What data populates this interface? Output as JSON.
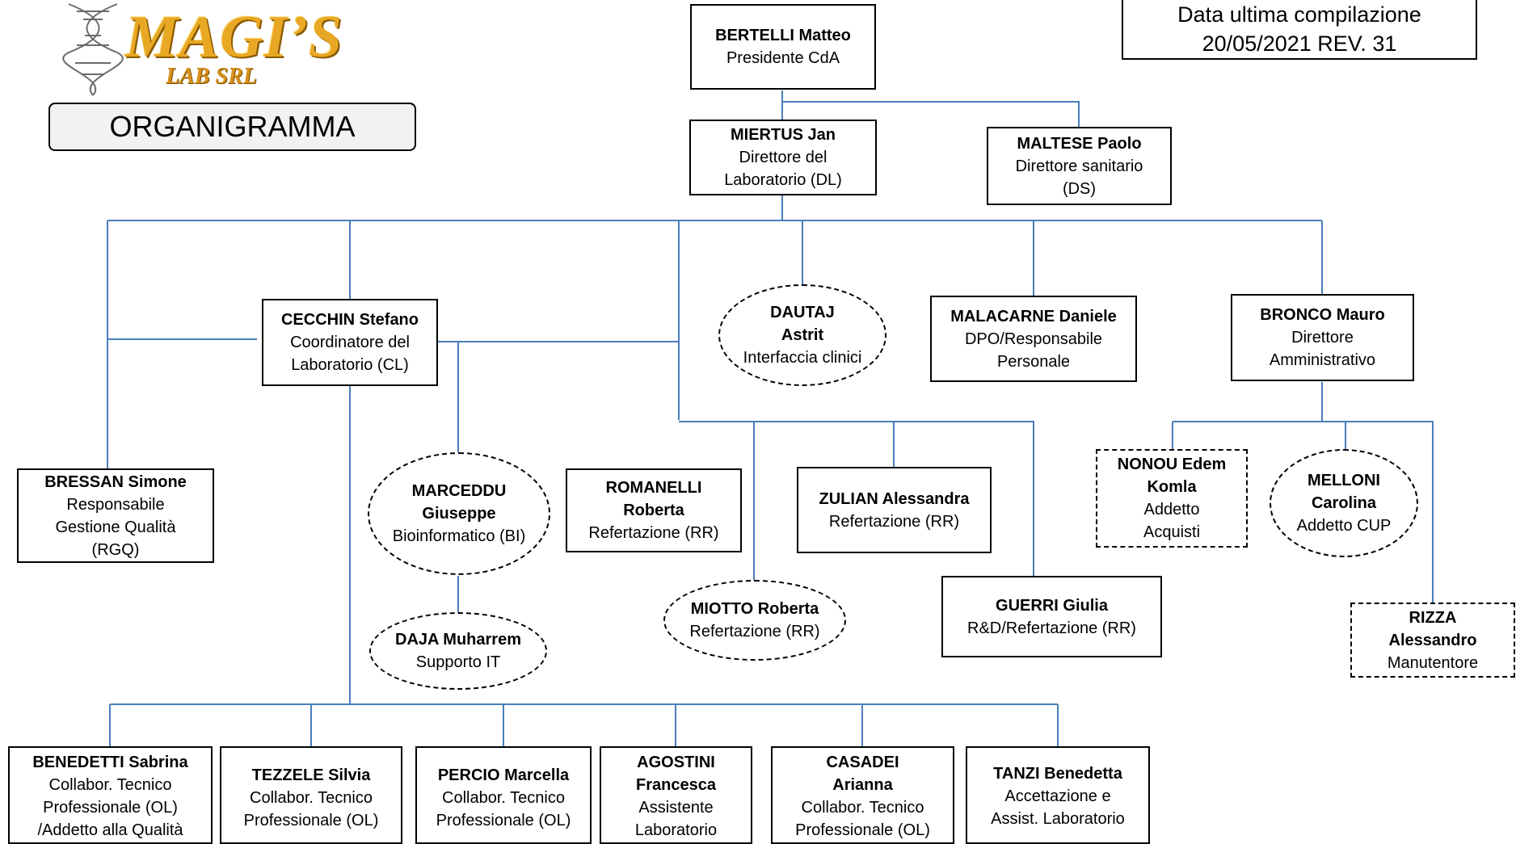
{
  "header": {
    "logo_title": "MAGI’S",
    "logo_subtitle": "LAB SRL",
    "page_title": "ORGANIGRAMMA",
    "date_label": "Data ultima compilazione",
    "date_value": "20/05/2021  REV. 31"
  },
  "people": {
    "bertelli": {
      "name": "BERTELLI Matteo",
      "role": [
        "Presidente CdA"
      ]
    },
    "miertus": {
      "name": "MIERTUS Jan",
      "role": [
        "Direttore del",
        "Laboratorio (DL)"
      ]
    },
    "maltese": {
      "name": "MALTESE Paolo",
      "role": [
        "Direttore sanitario",
        "(DS)"
      ]
    },
    "cecchin": {
      "name": "CECCHIN Stefano",
      "role": [
        "Coordinatore del",
        "Laboratorio (CL)"
      ]
    },
    "dautaj": {
      "name": [
        "DAUTAJ",
        "Astrit"
      ],
      "role": [
        "Interfaccia clinici"
      ]
    },
    "malacarne": {
      "name": "MALACARNE Daniele",
      "role": [
        "DPO/Responsabile",
        "Personale"
      ]
    },
    "bronco": {
      "name": "BRONCO Mauro",
      "role": [
        "Direttore",
        "Amministrativo"
      ]
    },
    "bressan": {
      "name": "BRESSAN Simone",
      "role": [
        "Responsabile",
        "Gestione Qualità",
        "(RGQ)"
      ]
    },
    "marceddu": {
      "name": [
        "MARCEDDU",
        "Giuseppe"
      ],
      "role": [
        "Bioinformatico (BI)"
      ]
    },
    "daja": {
      "name": "DAJA Muharrem",
      "role": [
        "Supporto IT"
      ]
    },
    "romanelli": {
      "name": [
        "ROMANELLI",
        "Roberta"
      ],
      "role": [
        "Refertazione (RR)"
      ]
    },
    "zulian": {
      "name": "ZULIAN Alessandra",
      "role": [
        "Refertazione (RR)"
      ]
    },
    "miotto": {
      "name": "MIOTTO Roberta",
      "role": [
        "Refertazione (RR)"
      ]
    },
    "guerri": {
      "name": "GUERRI Giulia",
      "role": [
        "R&D/Refertazione (RR)"
      ]
    },
    "nonou": {
      "name": [
        "NONOU Edem",
        "Komla"
      ],
      "role": [
        "Addetto",
        "Acquisti"
      ]
    },
    "melloni": {
      "name": [
        "MELLONI",
        "Carolina"
      ],
      "role": [
        "Addetto CUP"
      ]
    },
    "rizza": {
      "name": [
        "RIZZA",
        "Alessandro"
      ],
      "role": [
        "Manutentore"
      ]
    },
    "benedetti": {
      "name": "BENEDETTI Sabrina",
      "role": [
        "Collabor. Tecnico",
        "Professionale (OL)",
        "/Addetto alla Qualità"
      ]
    },
    "tezzele": {
      "name": "TEZZELE Silvia",
      "role": [
        "Collabor. Tecnico",
        "Professionale (OL)"
      ]
    },
    "percio": {
      "name": "PERCIO Marcella",
      "role": [
        "Collabor. Tecnico",
        "Professionale (OL)"
      ]
    },
    "agostini": {
      "name": [
        "AGOSTINI",
        "Francesca"
      ],
      "role": [
        "Assistente",
        "Laboratorio"
      ]
    },
    "casadei": {
      "name": [
        "CASADEI",
        "Arianna"
      ],
      "role": [
        "Collabor. Tecnico",
        "Professionale (OL)"
      ]
    },
    "tanzi": {
      "name": "TANZI Benedetta",
      "role": [
        "Accettazione e",
        "Assist. Laboratorio"
      ]
    }
  },
  "colors": {
    "connector": "#4a7ebb",
    "logo_gold": "#e9a824",
    "title_fill": "#f2f2f2"
  }
}
